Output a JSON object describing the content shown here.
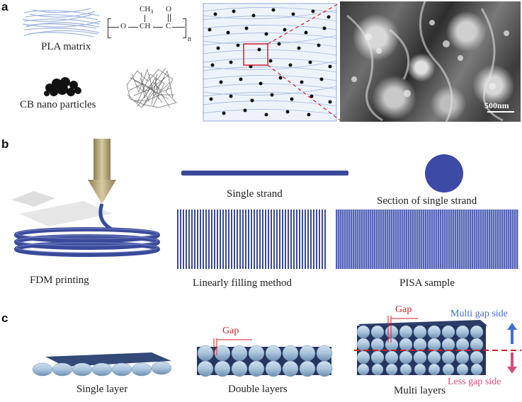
{
  "panels": {
    "a": "a",
    "b": "b",
    "c": "c"
  },
  "panel_a": {
    "pla_label": "PLA matrix",
    "cb_label": "CB nano particles",
    "formula": {
      "ch3": "CH",
      "ch3_sub": "3",
      "o_top": "O",
      "o_link": "O",
      "ch": "CH",
      "c": "C",
      "n": "n"
    },
    "scale_bar": "500nm"
  },
  "panel_b": {
    "fdm_label": "FDM printing",
    "single_strand_label": "Single strand",
    "section_label": "Section of single strand",
    "linear_fill_label": "Linearly filling method",
    "pisa_label": "PISA sample"
  },
  "panel_c": {
    "single_layer_label": "Single layer",
    "double_layers_label": "Double layers",
    "multi_layers_label": "Multi layers",
    "gap_label_double": "Gap",
    "gap_label_multi": "Gap",
    "multi_gap_side": "Multi gap side",
    "less_gap_side": "Less gap side"
  },
  "colors": {
    "strand_blue": "#3a4a9a",
    "fiber_blue": "#9fb6e0",
    "gap_red": "#d21f2a",
    "multi_side_blue": "#3f6fd0",
    "less_side_pink": "#d04f7c",
    "nozzle_gold": "#b8a87a"
  }
}
